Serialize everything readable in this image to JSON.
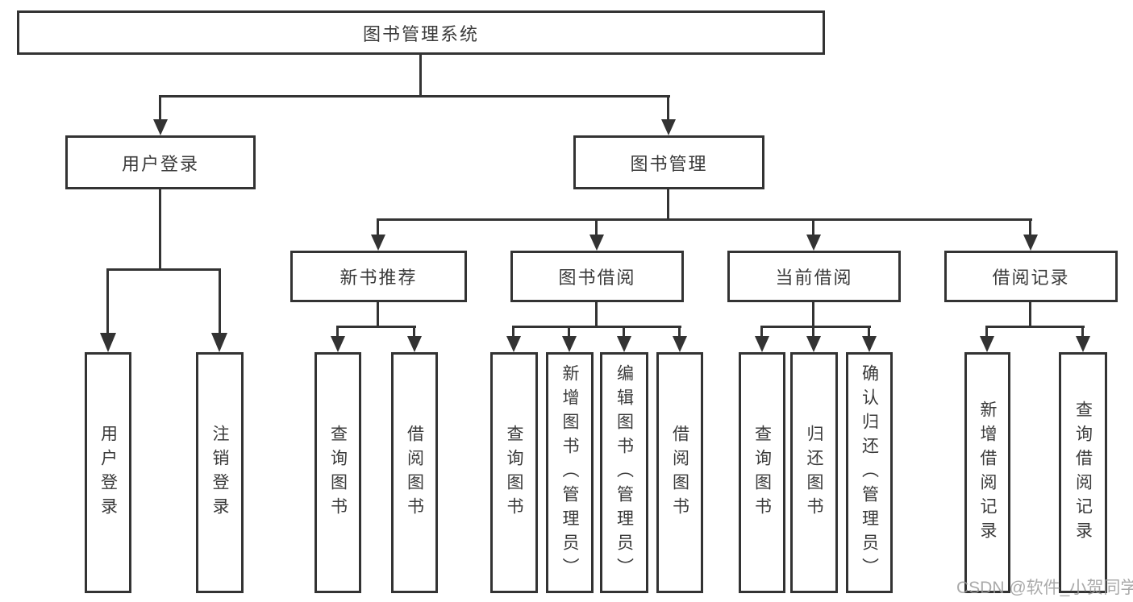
{
  "diagram": {
    "tree": {
      "label": "图书管理系统",
      "children": [
        {
          "label": "用户登录",
          "children": [
            {
              "label": "用户登录"
            },
            {
              "label": "注销登录"
            }
          ]
        },
        {
          "label": "图书管理",
          "children": [
            {
              "label": "新书推荐",
              "children": [
                {
                  "label": "查询图书"
                },
                {
                  "label": "借阅图书"
                }
              ]
            },
            {
              "label": "图书借阅",
              "children": [
                {
                  "label": "查询图书"
                },
                {
                  "label": "新增图书（管理员）"
                },
                {
                  "label": "编辑图书（管理员）"
                },
                {
                  "label": "借阅图书"
                }
              ]
            },
            {
              "label": "当前借阅",
              "children": [
                {
                  "label": "查询图书"
                },
                {
                  "label": "归还图书"
                },
                {
                  "label": "确认归还（管理员）"
                }
              ]
            },
            {
              "label": "借阅记录",
              "children": [
                {
                  "label": "新增借阅记录"
                },
                {
                  "label": "查询借阅记录"
                }
              ]
            }
          ]
        }
      ]
    }
  },
  "watermark": {
    "text": "CSDN @软件_小贺同学"
  },
  "colors": {
    "line": "#333333",
    "box_border": "#333333",
    "box_fill": "#ffffff",
    "text": "#3a3a3a",
    "watermark": "#9b9b9b",
    "background": "#ffffff"
  }
}
